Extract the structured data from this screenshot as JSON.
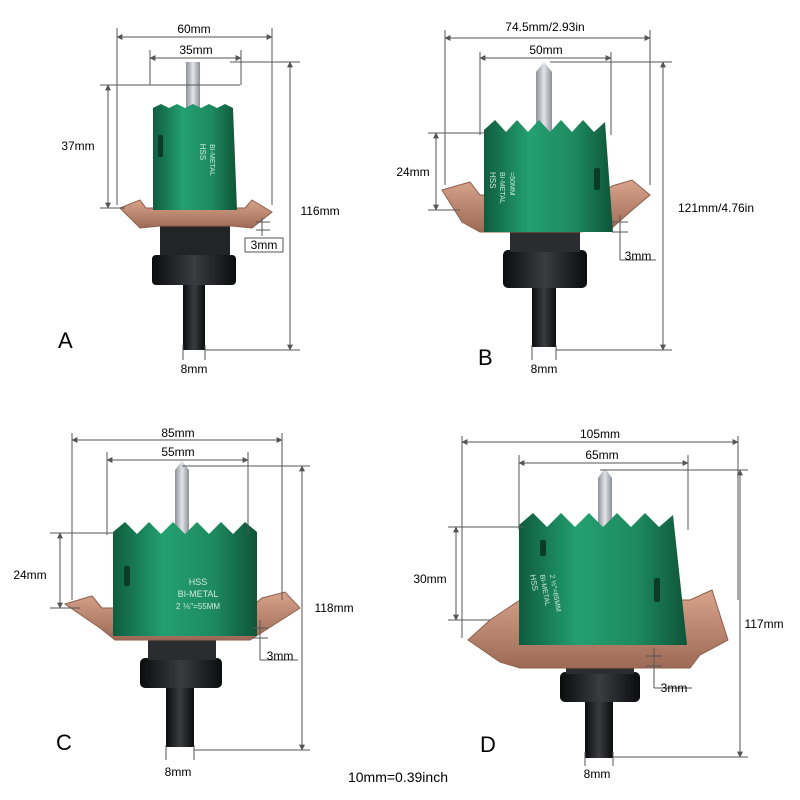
{
  "panels": [
    {
      "letter": "A",
      "outer_diameter": "60mm",
      "inner_diameter": "35mm",
      "cut_depth": "37mm",
      "overall_length": "116mm",
      "blade_thickness": "3mm",
      "shank": "8mm",
      "engraving": [
        "HSS",
        "BI-METAL"
      ]
    },
    {
      "letter": "B",
      "outer_diameter": "74.5mm/2.93in",
      "inner_diameter": "50mm",
      "cut_depth": "24mm",
      "overall_length": "121mm/4.76in",
      "blade_thickness": "3mm",
      "shank": "8mm",
      "engraving": [
        "HSS",
        "BI-METAL",
        "=50MM"
      ]
    },
    {
      "letter": "C",
      "outer_diameter": "85mm",
      "inner_diameter": "55mm",
      "cut_depth": "24mm",
      "overall_length": "118mm",
      "blade_thickness": "3mm",
      "shank": "8mm",
      "engraving": [
        "HSS",
        "BI-METAL",
        "2 ⅙\"=55MM"
      ]
    },
    {
      "letter": "D",
      "outer_diameter": "105mm",
      "inner_diameter": "65mm",
      "cut_depth": "30mm",
      "overall_length": "117mm",
      "blade_thickness": "3mm",
      "shank": "8mm",
      "engraving": [
        "HSS",
        "BI-METAL",
        "2 ½\"=65MM"
      ]
    }
  ],
  "conversion_note": "10mm=0.39inch",
  "colors": {
    "cup_green": "#1e8a60",
    "cup_green_dark": "#0f5c3e",
    "blade_copper": "#c48a72",
    "blade_copper_dark": "#8f5f4c",
    "arbor_black": "#1b1c1f",
    "drill_silver": "#b9bcc2",
    "dimension_line": "#555555"
  }
}
